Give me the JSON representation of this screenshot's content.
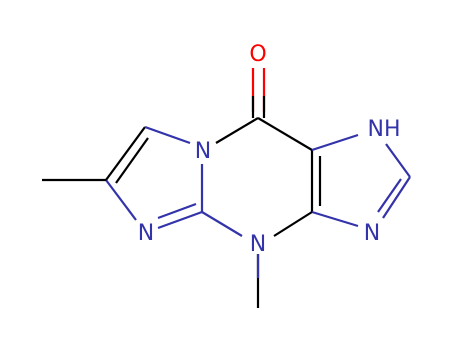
{
  "molecule": {
    "colors": {
      "carbon_bond": "#000000",
      "nitrogen": "#3333aa",
      "oxygen": "#ff0000"
    },
    "atoms": [
      {
        "id": "O1",
        "element": "O",
        "label": "O"
      },
      {
        "id": "C_carbonyl",
        "element": "C",
        "label": ""
      },
      {
        "id": "N_bridge",
        "element": "N",
        "label": "N"
      },
      {
        "id": "N_H",
        "element": "N",
        "label": "NH"
      },
      {
        "id": "N_imid_right",
        "element": "N",
        "label": "N"
      },
      {
        "id": "N_imid_left",
        "element": "N",
        "label": "N"
      },
      {
        "id": "N_methyl",
        "element": "N",
        "label": "N"
      },
      {
        "id": "C_methyl_left",
        "element": "C",
        "label": ""
      },
      {
        "id": "C_methyl_bottom",
        "element": "C",
        "label": ""
      }
    ]
  }
}
